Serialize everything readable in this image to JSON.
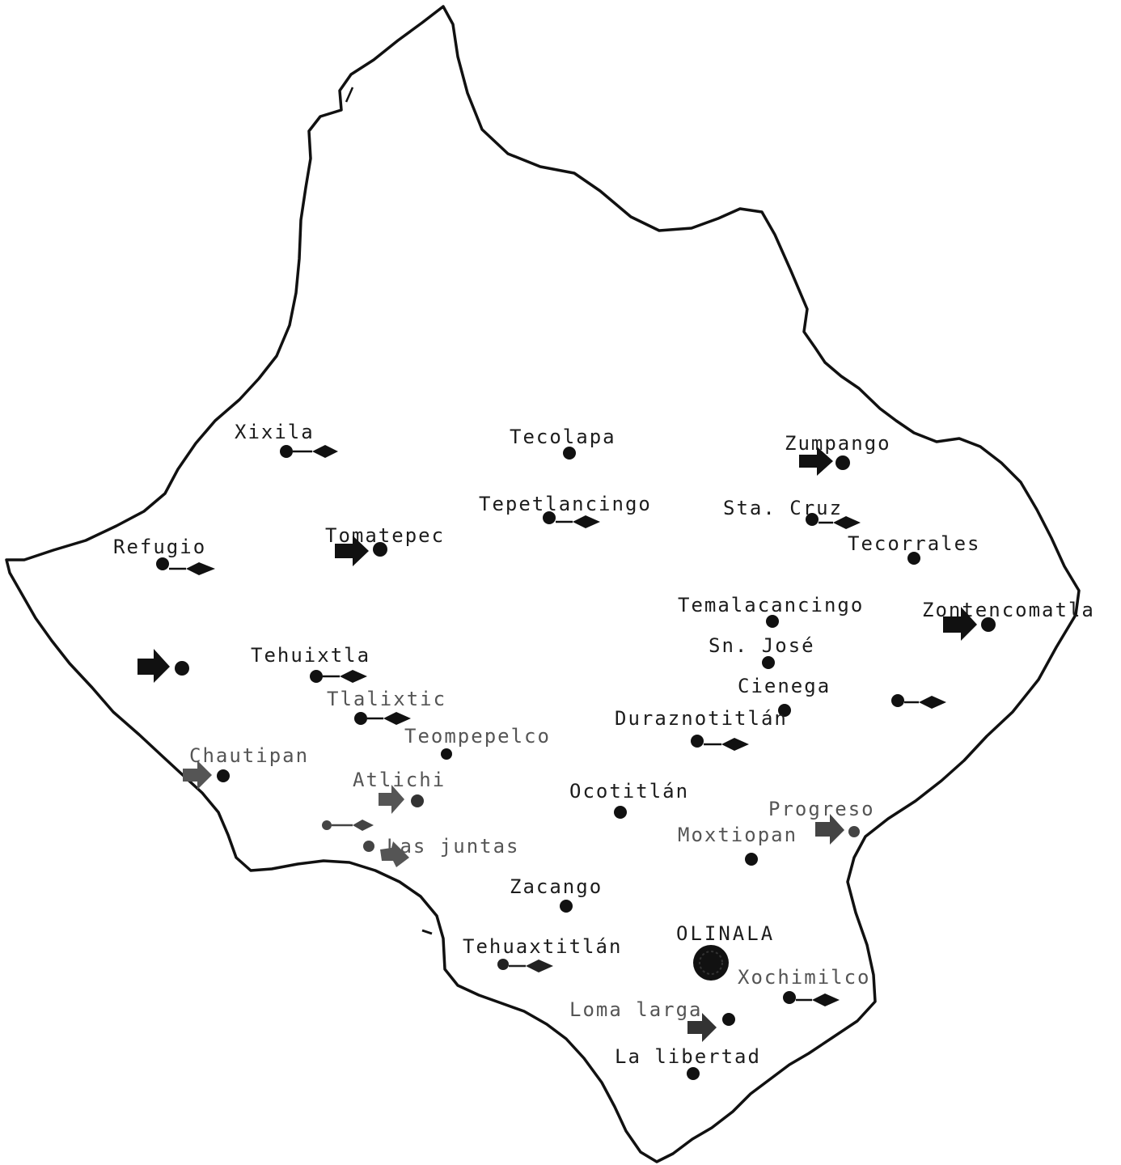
{
  "map": {
    "colors": {
      "ink": "#111111",
      "paper": "#ffffff",
      "faint_ink": "#555555"
    },
    "places": [
      {
        "id": "xixila",
        "label": "Xixila",
        "symbol": "dot-diamond"
      },
      {
        "id": "tecolapa",
        "label": "Tecolapa",
        "symbol": "dot"
      },
      {
        "id": "zumpango",
        "label": "Zumpango",
        "symbol": "arrow-dot"
      },
      {
        "id": "tepetlancingo",
        "label": "Tepetlancingo",
        "symbol": "dot-diamond"
      },
      {
        "id": "sta-cruz",
        "label": "Sta. Cruz",
        "symbol": "dot-diamond"
      },
      {
        "id": "refugio",
        "label": "Refugio",
        "symbol": "dot-diamond"
      },
      {
        "id": "tomatepec",
        "label": "Tomatepec",
        "symbol": "arrow-dot"
      },
      {
        "id": "tecorrales",
        "label": "Tecorrales",
        "symbol": "dot"
      },
      {
        "id": "temalacancingo",
        "label": "Temalacancingo",
        "symbol": "dot"
      },
      {
        "id": "zontencomatla",
        "label": "Zontencomatla",
        "symbol": "arrow-dot"
      },
      {
        "id": "sn-jose",
        "label": "Sn. José",
        "symbol": "dot"
      },
      {
        "id": "tehuixtla",
        "label": "Tehuixtla",
        "symbol": "dot-diamond"
      },
      {
        "id": "cienega",
        "label": "Cienega",
        "symbol": "dot"
      },
      {
        "id": "tlalixtic",
        "label": "Tlalixtic",
        "symbol": "dot-diamond"
      },
      {
        "id": "duraznotitlan",
        "label": "Duraznotitlán",
        "symbol": "dot-diamond"
      },
      {
        "id": "teompepelco",
        "label": "Teompepelco",
        "symbol": "dot"
      },
      {
        "id": "chautipan",
        "label": "Chautipan",
        "symbol": "arrow-dot"
      },
      {
        "id": "atlichi",
        "label": "Atlichi",
        "symbol": "arrow-dot"
      },
      {
        "id": "ocotitlan",
        "label": "Ocotitlán",
        "symbol": "dot"
      },
      {
        "id": "progreso",
        "label": "Progreso",
        "symbol": "arrow-dot"
      },
      {
        "id": "moxtiopan",
        "label": "Moxtiopan",
        "symbol": "dot"
      },
      {
        "id": "las-juntas",
        "label": "Las juntas",
        "symbol": "arrow-dot"
      },
      {
        "id": "zacango",
        "label": "Zacango",
        "symbol": "dot"
      },
      {
        "id": "olinala",
        "label": "OLINALA",
        "symbol": "big-dot"
      },
      {
        "id": "tehuaxtitlan",
        "label": "Tehuaxtitlán",
        "symbol": "dot-diamond"
      },
      {
        "id": "xochimilco",
        "label": "Xochimilco",
        "symbol": "dot-diamond"
      },
      {
        "id": "loma-larga",
        "label": "Loma larga",
        "symbol": "arrow-dot"
      },
      {
        "id": "la-libertad",
        "label": "La libertad",
        "symbol": "dot"
      }
    ]
  }
}
